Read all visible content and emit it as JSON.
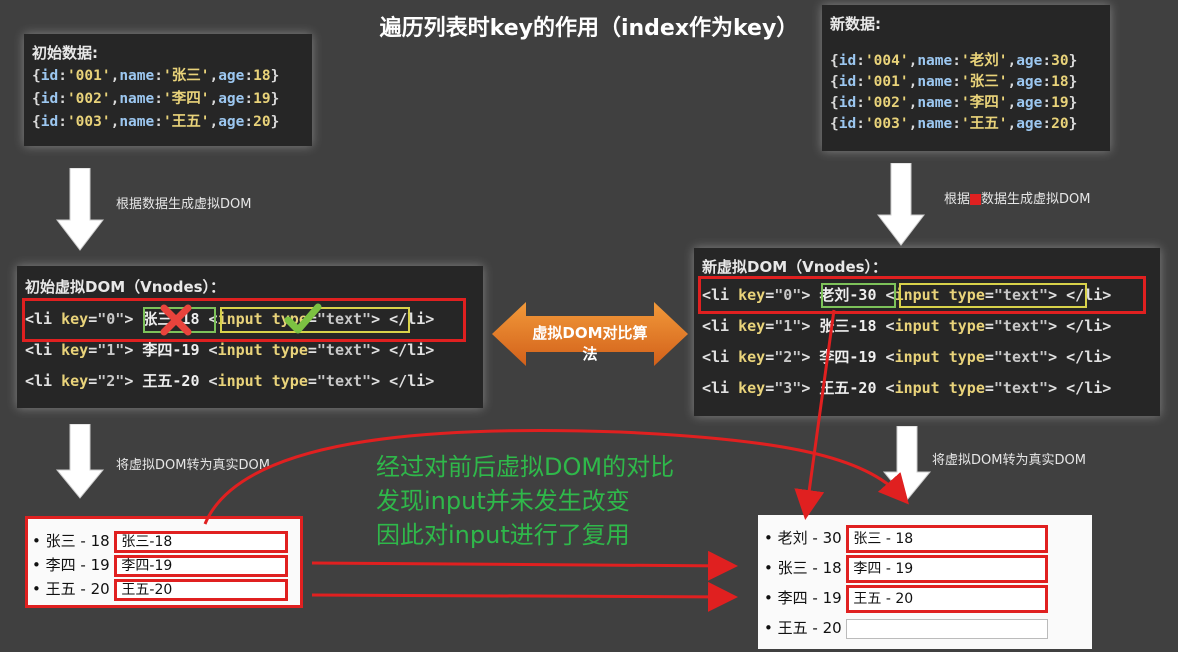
{
  "title": "遍历列表时key的作用（index作为key）",
  "initial_data": {
    "heading": "初始数据:",
    "lines": [
      "{id:'001',name:'张三',age:18}",
      "{id:'002',name:'李四',age:19}",
      "{id:'003',name:'王五',age:20}"
    ]
  },
  "new_data": {
    "heading": "新数据:",
    "lines": [
      "{id:'004',name:'老刘',age:30}",
      "{id:'001',name:'张三',age:18}",
      "{id:'002',name:'李四',age:19}",
      "{id:'003',name:'王五',age:20}"
    ]
  },
  "captions": {
    "gen_initial": "根据数据生成虚拟DOM",
    "gen_new_pre": "根据",
    "gen_new_post": "数据生成虚拟DOM",
    "to_real_left": "将虚拟DOM转为真实DOM",
    "to_real_right": "将虚拟DOM转为真实DOM"
  },
  "initial_vdom": {
    "heading": "初始虚拟DOM（Vnodes）：",
    "items": [
      {
        "key": "0",
        "text": "张三-18"
      },
      {
        "key": "1",
        "text": "李四-19"
      },
      {
        "key": "2",
        "text": "王五-20"
      }
    ]
  },
  "new_vdom": {
    "heading": "新虚拟DOM（Vnodes）：",
    "items": [
      {
        "key": "0",
        "text": "老刘-30"
      },
      {
        "key": "1",
        "text": "张三-18"
      },
      {
        "key": "2",
        "text": "李四-19"
      },
      {
        "key": "3",
        "text": "王五-20"
      }
    ]
  },
  "compare_label": "虚拟DOM对比算法",
  "note": [
    "经过对前后虚拟DOM的对比",
    "发现input并未发生改变",
    "因此对input进行了复用"
  ],
  "real_left": [
    {
      "label": "张三 - 18",
      "input": "张三-18"
    },
    {
      "label": "李四 - 19",
      "input": "李四-19"
    },
    {
      "label": "王五 - 20",
      "input": "王五-20"
    }
  ],
  "real_right": [
    {
      "label": "老刘 - 30",
      "input": "张三 - 18"
    },
    {
      "label": "张三 - 18",
      "input": "李四 - 19"
    },
    {
      "label": "李四 - 19",
      "input": "王五 - 20"
    },
    {
      "label": "王五 - 20",
      "input": ""
    }
  ],
  "colors": {
    "red": "#e02020",
    "green": "#2fb84a",
    "orange": "#e0741c"
  }
}
